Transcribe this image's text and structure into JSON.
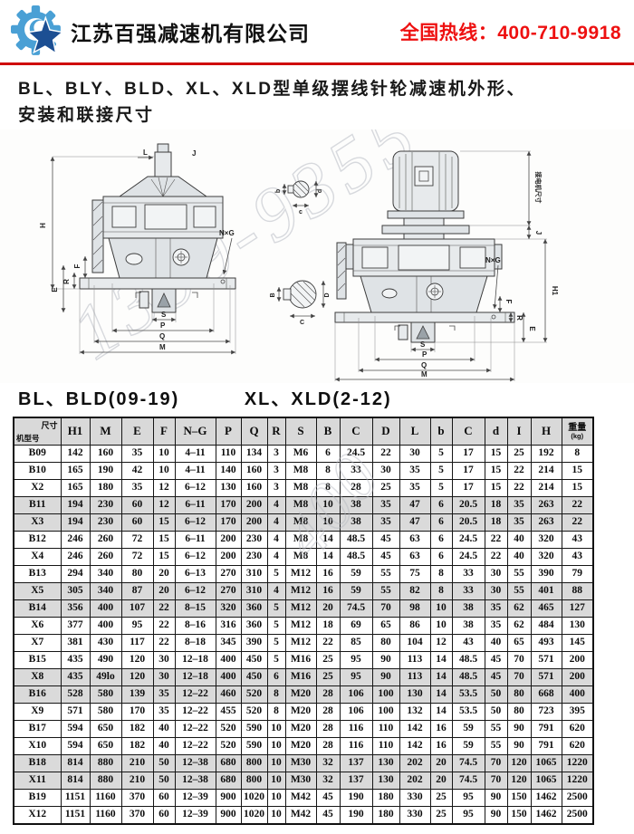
{
  "header": {
    "company": "江苏百强减速机有限公司",
    "hotline": "全国热线：400-710-9918"
  },
  "title": {
    "line1": "BL、BLY、BLD、XL、XLD型单级摆线针轮减速机外形、",
    "line2": "安装和联接尺寸"
  },
  "subtitle": {
    "left": "BL、BLD(09-19)",
    "right": "XL、XLD(2-12)"
  },
  "diagrams": {
    "watermark": "1399-9355",
    "watermark2": "400",
    "left_labels": {
      "H": "H",
      "L": "L",
      "J": "J",
      "E": "E",
      "F": "F",
      "R": "R",
      "S": "S",
      "P": "P",
      "Q": "Q",
      "M": "M",
      "NxG": "N×G"
    },
    "right_labels": {
      "motor_dim": "接电机尺寸",
      "J": "J",
      "H1": "H1",
      "E": "E",
      "F": "F",
      "R": "R",
      "S": "S",
      "P": "P",
      "Q": "Q",
      "M": "M",
      "NxG": "N×G"
    },
    "small_section": {
      "b": "b",
      "d": "d",
      "c": "c"
    },
    "large_section": {
      "B": "B",
      "D": "D",
      "C": "C"
    }
  },
  "table": {
    "corner": {
      "top": "尺寸",
      "bottom": "机型号"
    },
    "columns": [
      "H1",
      "M",
      "E",
      "F",
      "N–G",
      "P",
      "Q",
      "R",
      "S",
      "B",
      "C",
      "D",
      "L",
      "b",
      "C",
      "d",
      "I",
      "H"
    ],
    "weight_header": {
      "label": "重量",
      "unit": "(kg)"
    },
    "rows": [
      {
        "model": "B09",
        "shaded": false,
        "values": [
          "142",
          "160",
          "35",
          "10",
          "4–11",
          "110",
          "134",
          "3",
          "M6",
          "6",
          "24.5",
          "22",
          "30",
          "5",
          "17",
          "15",
          "25",
          "192",
          "8"
        ]
      },
      {
        "model": "B10",
        "shaded": false,
        "values": [
          "165",
          "190",
          "42",
          "10",
          "4–11",
          "140",
          "160",
          "3",
          "M8",
          "8",
          "33",
          "30",
          "35",
          "5",
          "17",
          "15",
          "22",
          "214",
          "15"
        ]
      },
      {
        "model": "X2",
        "shaded": false,
        "values": [
          "165",
          "180",
          "35",
          "12",
          "6–12",
          "130",
          "160",
          "3",
          "M8",
          "8",
          "28",
          "25",
          "35",
          "5",
          "17",
          "15",
          "22",
          "214",
          "15"
        ]
      },
      {
        "model": "B11",
        "shaded": true,
        "values": [
          "194",
          "230",
          "60",
          "12",
          "6–11",
          "170",
          "200",
          "4",
          "M8",
          "10",
          "38",
          "35",
          "47",
          "6",
          "20.5",
          "18",
          "35",
          "263",
          "22"
        ]
      },
      {
        "model": "X3",
        "shaded": true,
        "values": [
          "194",
          "230",
          "60",
          "15",
          "6–12",
          "170",
          "200",
          "4",
          "M8",
          "10",
          "38",
          "35",
          "47",
          "6",
          "20.5",
          "18",
          "35",
          "263",
          "22"
        ]
      },
      {
        "model": "B12",
        "shaded": false,
        "values": [
          "246",
          "260",
          "72",
          "15",
          "6–11",
          "200",
          "230",
          "4",
          "M8",
          "14",
          "48.5",
          "45",
          "63",
          "6",
          "24.5",
          "22",
          "40",
          "320",
          "43"
        ]
      },
      {
        "model": "X4",
        "shaded": false,
        "values": [
          "246",
          "260",
          "72",
          "15",
          "6–12",
          "200",
          "230",
          "4",
          "M8",
          "14",
          "48.5",
          "45",
          "63",
          "6",
          "24.5",
          "22",
          "40",
          "320",
          "43"
        ]
      },
      {
        "model": "B13",
        "shaded": false,
        "values": [
          "294",
          "340",
          "80",
          "20",
          "6–13",
          "270",
          "310",
          "5",
          "M12",
          "16",
          "59",
          "55",
          "75",
          "8",
          "33",
          "30",
          "55",
          "390",
          "79"
        ]
      },
      {
        "model": "X5",
        "shaded": true,
        "values": [
          "305",
          "340",
          "87",
          "20",
          "6–12",
          "270",
          "310",
          "4",
          "M12",
          "16",
          "59",
          "55",
          "82",
          "8",
          "33",
          "30",
          "55",
          "401",
          "88"
        ]
      },
      {
        "model": "B14",
        "shaded": true,
        "values": [
          "356",
          "400",
          "107",
          "22",
          "8–15",
          "320",
          "360",
          "5",
          "M12",
          "20",
          "74.5",
          "70",
          "98",
          "10",
          "38",
          "35",
          "62",
          "465",
          "127"
        ]
      },
      {
        "model": "X6",
        "shaded": false,
        "values": [
          "377",
          "400",
          "95",
          "22",
          "8–16",
          "316",
          "360",
          "5",
          "M12",
          "18",
          "69",
          "65",
          "86",
          "10",
          "38",
          "35",
          "62",
          "484",
          "130"
        ]
      },
      {
        "model": "X7",
        "shaded": false,
        "values": [
          "381",
          "430",
          "117",
          "22",
          "8–18",
          "345",
          "390",
          "5",
          "M12",
          "22",
          "85",
          "80",
          "104",
          "12",
          "43",
          "40",
          "65",
          "493",
          "145"
        ]
      },
      {
        "model": "B15",
        "shaded": false,
        "values": [
          "435",
          "490",
          "120",
          "30",
          "12–18",
          "400",
          "450",
          "5",
          "M16",
          "25",
          "95",
          "90",
          "113",
          "14",
          "48.5",
          "45",
          "70",
          "571",
          "200"
        ]
      },
      {
        "model": "X8",
        "shaded": true,
        "values": [
          "435",
          "49lo",
          "120",
          "30",
          "12–18",
          "400",
          "450",
          "6",
          "M16",
          "25",
          "95",
          "90",
          "113",
          "14",
          "48.5",
          "45",
          "70",
          "571",
          "200"
        ]
      },
      {
        "model": "B16",
        "shaded": true,
        "values": [
          "528",
          "580",
          "139",
          "35",
          "12–22",
          "460",
          "520",
          "8",
          "M20",
          "28",
          "106",
          "100",
          "130",
          "14",
          "53.5",
          "50",
          "80",
          "668",
          "400"
        ]
      },
      {
        "model": "X9",
        "shaded": false,
        "values": [
          "571",
          "580",
          "170",
          "35",
          "12–22",
          "455",
          "520",
          "8",
          "M20",
          "28",
          "106",
          "100",
          "132",
          "14",
          "53.5",
          "50",
          "80",
          "723",
          "395"
        ]
      },
      {
        "model": "B17",
        "shaded": false,
        "values": [
          "594",
          "650",
          "182",
          "40",
          "12–22",
          "520",
          "590",
          "10",
          "M20",
          "28",
          "116",
          "110",
          "142",
          "16",
          "59",
          "55",
          "90",
          "791",
          "620"
        ]
      },
      {
        "model": "X10",
        "shaded": false,
        "values": [
          "594",
          "650",
          "182",
          "40",
          "12–22",
          "520",
          "590",
          "10",
          "M20",
          "28",
          "116",
          "110",
          "142",
          "16",
          "59",
          "55",
          "90",
          "791",
          "620"
        ]
      },
      {
        "model": "B18",
        "shaded": true,
        "values": [
          "814",
          "880",
          "210",
          "50",
          "12–38",
          "680",
          "800",
          "10",
          "M30",
          "32",
          "137",
          "130",
          "202",
          "20",
          "74.5",
          "70",
          "120",
          "1065",
          "1220"
        ]
      },
      {
        "model": "X11",
        "shaded": true,
        "values": [
          "814",
          "880",
          "210",
          "50",
          "12–38",
          "680",
          "800",
          "10",
          "M30",
          "32",
          "137",
          "130",
          "202",
          "20",
          "74.5",
          "70",
          "120",
          "1065",
          "1220"
        ]
      },
      {
        "model": "B19",
        "shaded": false,
        "values": [
          "1151",
          "1160",
          "370",
          "60",
          "12–39",
          "900",
          "1020",
          "10",
          "M42",
          "45",
          "190",
          "180",
          "330",
          "25",
          "95",
          "90",
          "150",
          "1462",
          "2500"
        ]
      },
      {
        "model": "X12",
        "shaded": false,
        "values": [
          "1151",
          "1160",
          "370",
          "60",
          "12–39",
          "900",
          "1020",
          "10",
          "M42",
          "45",
          "190",
          "180",
          "330",
          "25",
          "95",
          "90",
          "150",
          "1462",
          "2500"
        ]
      }
    ]
  },
  "colors": {
    "accent_red": "#ee1010",
    "rule_red": "#cf0a0a",
    "table_shade": "#dadada",
    "logo_blue": "#4aa0d5",
    "logo_navy": "#1c4f93"
  }
}
